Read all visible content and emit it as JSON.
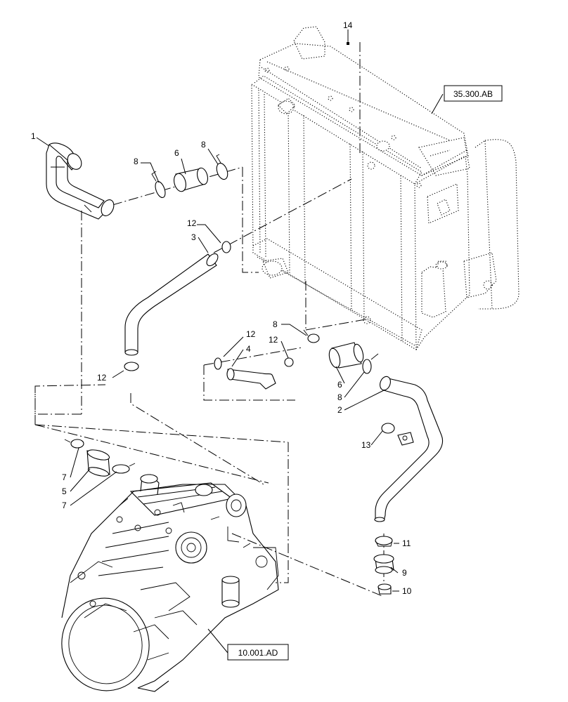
{
  "callouts": {
    "c1": "1",
    "c2": "2",
    "c3": "3",
    "c4": "4",
    "c5": "5",
    "c6a": "6",
    "c6b": "6",
    "c7a": "7",
    "c7b": "7",
    "c8a": "8",
    "c8b": "8",
    "c8c": "8",
    "c8d": "8",
    "c9": "9",
    "c10": "10",
    "c11": "11",
    "c12a": "12",
    "c12b": "12",
    "c12c": "12",
    "c12d": "12",
    "c13": "13",
    "c14": "14"
  },
  "references": {
    "radiator_ref": "35.300.AB",
    "engine_ref": "10.001.AD"
  }
}
